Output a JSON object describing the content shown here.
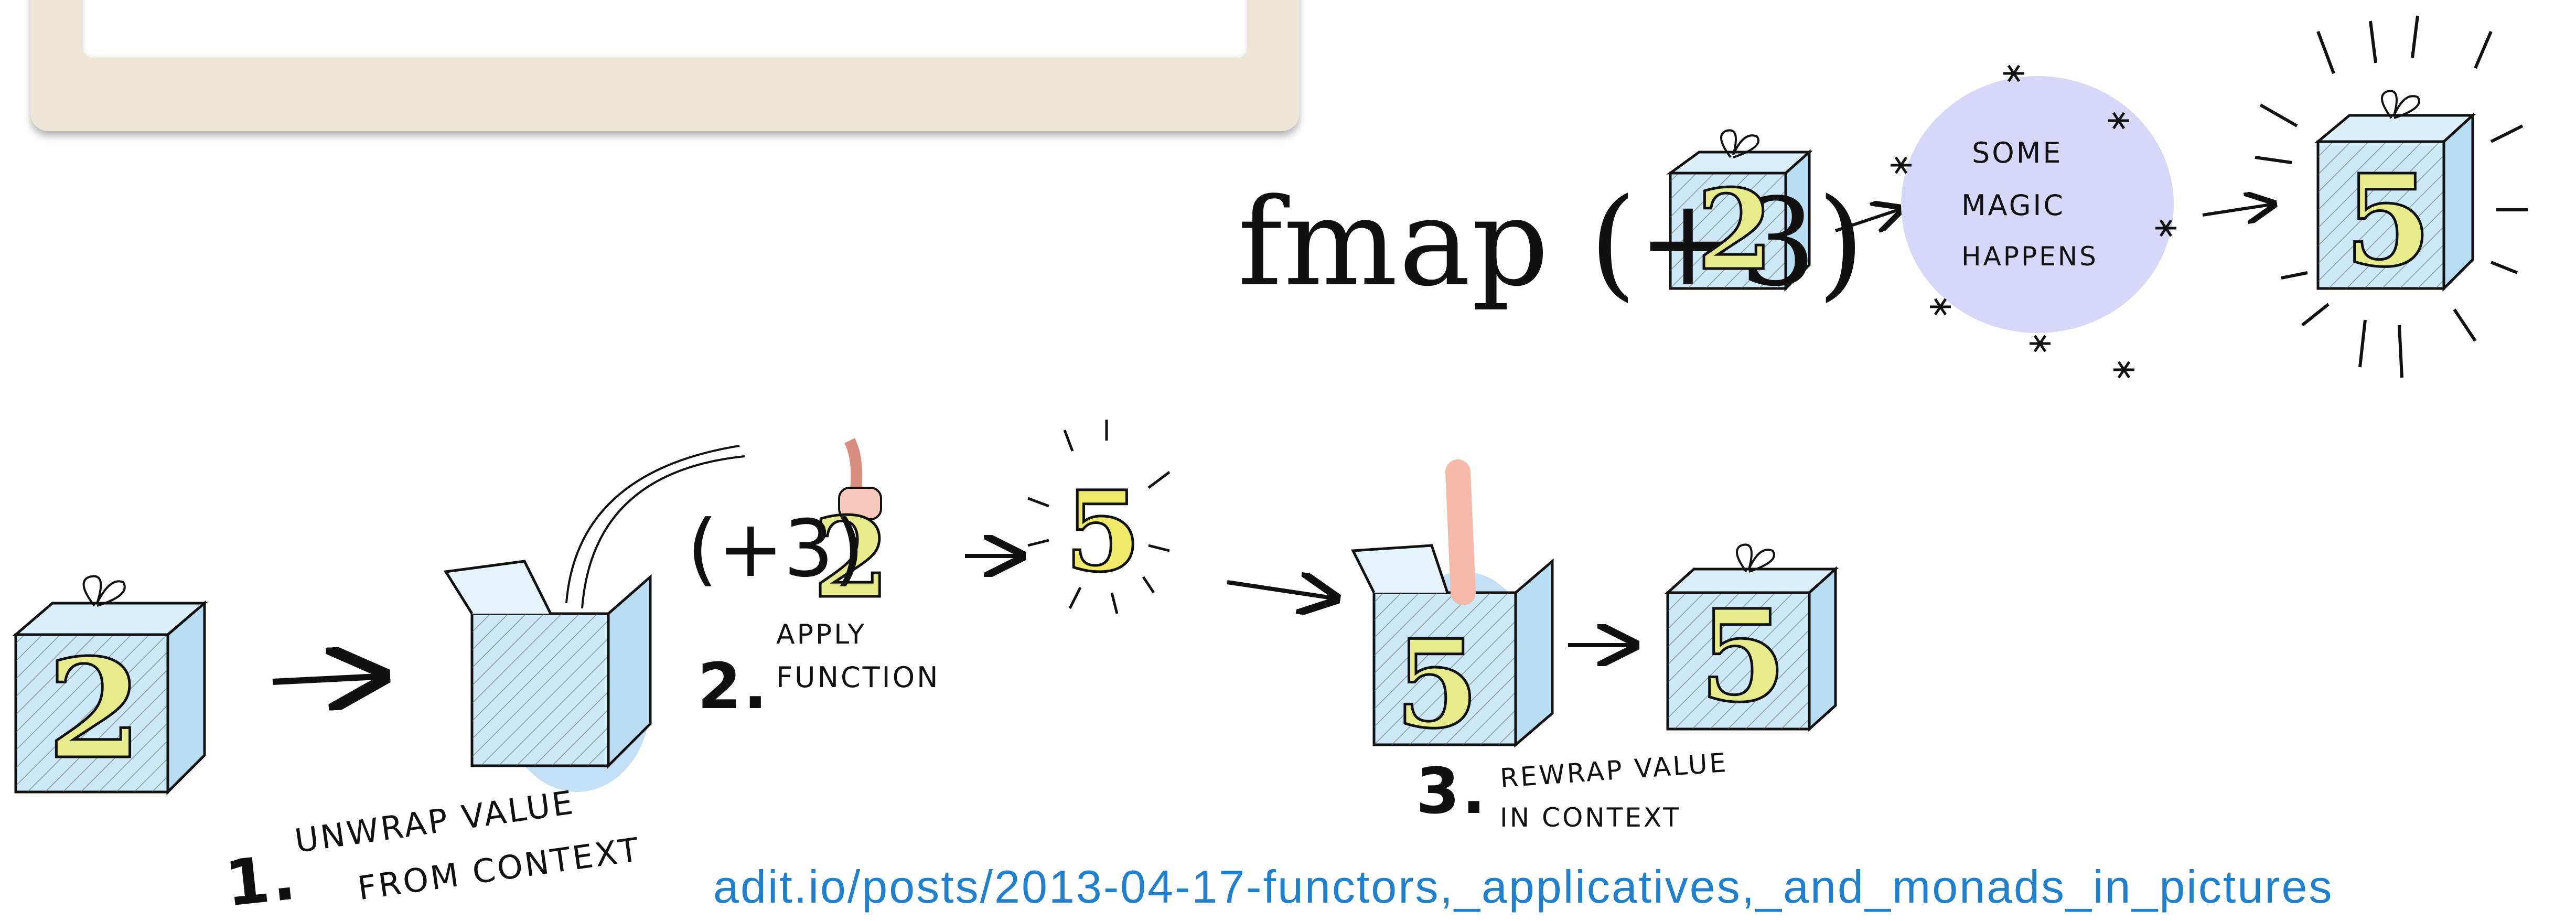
{
  "fmap_label": "fmap (+3)",
  "magic_text": [
    "SOME",
    "MAGIC",
    "HAPPENS"
  ],
  "box_values": {
    "input": "2",
    "output": "5"
  },
  "steps": [
    {
      "number": "1.",
      "lines": [
        "UNWRAP VALUE",
        "FROM CONTEXT"
      ]
    },
    {
      "number": "2.",
      "lines": [
        "APPLY",
        "FUNCTION"
      ]
    },
    {
      "number": "3.",
      "lines": [
        "REWRAP VALUE",
        "IN CONTEXT"
      ]
    }
  ],
  "apply_label": "(+3)",
  "url": "adit.io/posts/2013-04-17-functors,_applicatives,_and_monads_in_pictures",
  "colors": {
    "box_fill": "#cde8f7",
    "box_blob": "#a9d3f3",
    "digit_fill": "#e6ec8c",
    "magic_cloud": "#d7d7f9",
    "hand_pink": "#f7c9bd",
    "url_blue": "#1f80cf",
    "card_frame": "#ece6d6"
  }
}
